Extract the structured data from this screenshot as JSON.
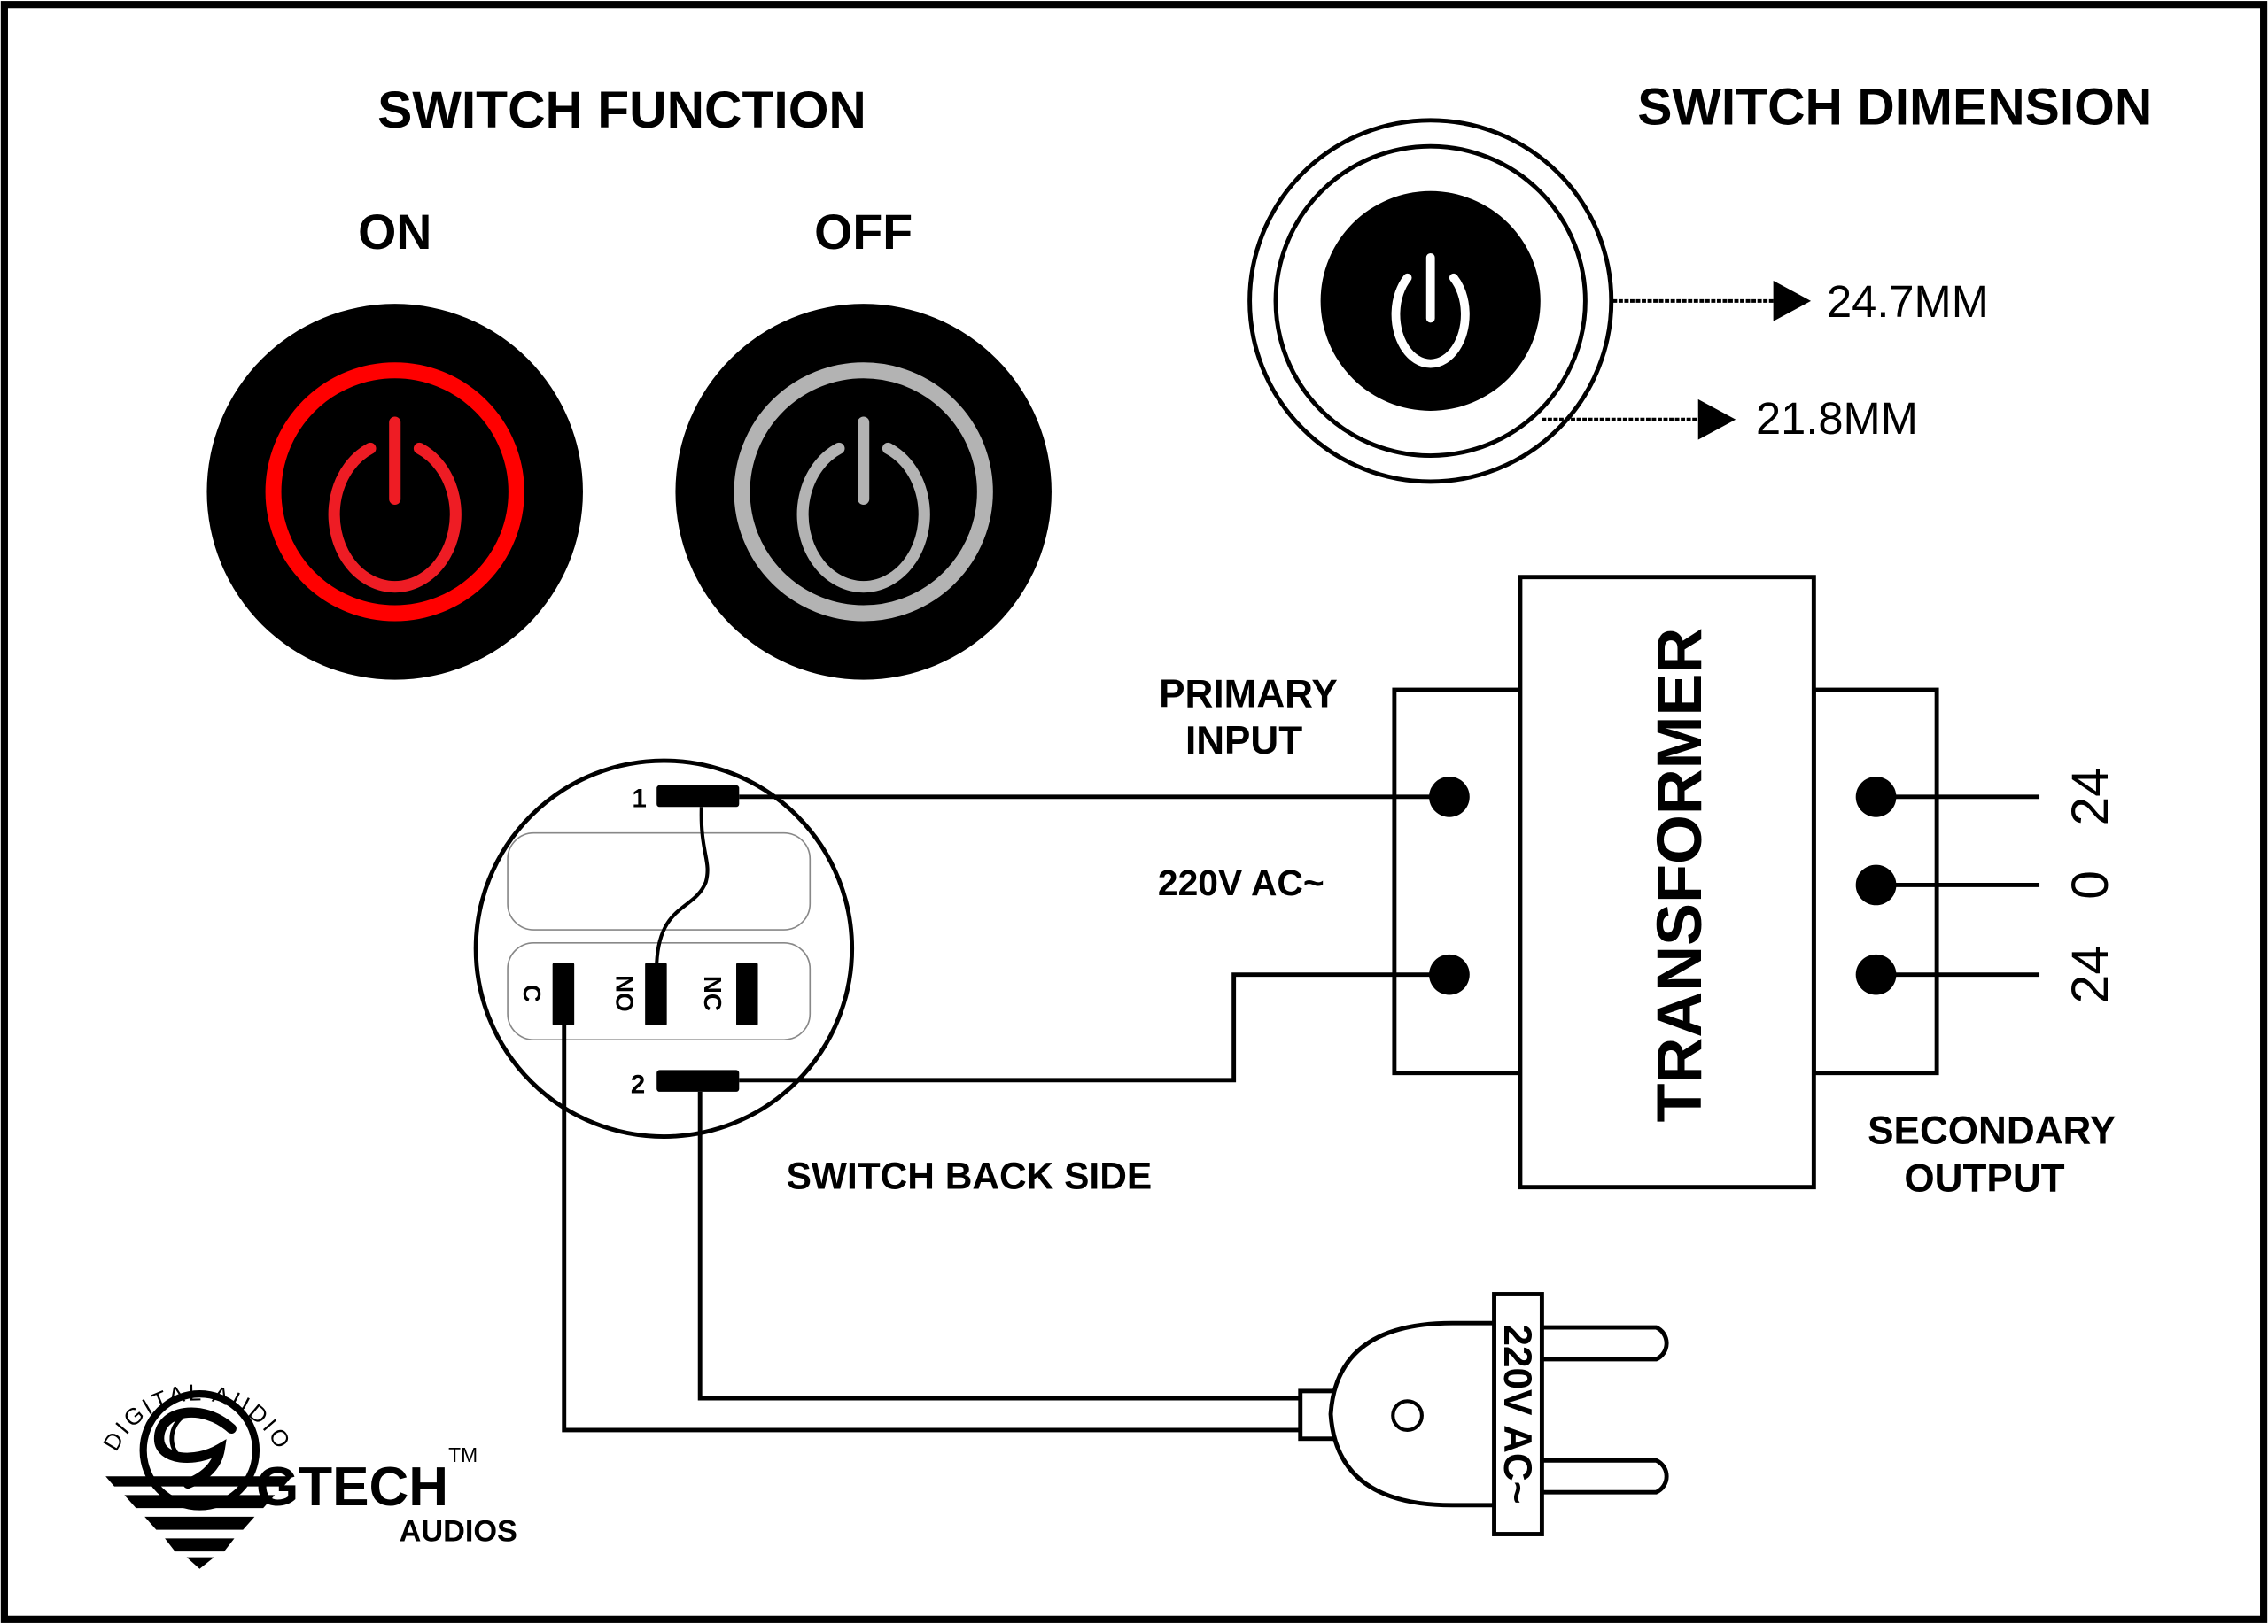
{
  "colors": {
    "background": "#ffffff",
    "ink": "#000000",
    "on_ring": "#ff0000",
    "off_ring": "#b3b3b3",
    "dimension_icon": "#ffffff"
  },
  "switch_function": {
    "title": "SWITCH FUNCTION",
    "on_label": "ON",
    "off_label": "OFF",
    "on_icon": "power-icon",
    "off_icon": "power-icon"
  },
  "switch_dimension": {
    "title": "SWITCH DIMENSION",
    "outer_diameter": "24.7MM",
    "inner_diameter": "21.8MM"
  },
  "switch_back": {
    "label": "SWITCH BACK SIDE",
    "pin_1": "1",
    "pin_2": "2",
    "contact_c": "C",
    "contact_no": "NO",
    "contact_nc": "NC"
  },
  "transformer": {
    "label": "TRANSFORMER",
    "primary_label_line1": "PRIMARY",
    "primary_label_line2": "INPUT",
    "primary_voltage": "220V AC~",
    "secondary_label_line1": "SECONDARY",
    "secondary_label_line2": "OUTPUT",
    "secondary_taps": [
      "24",
      "0",
      "24"
    ]
  },
  "plug": {
    "label": "220V AC~"
  },
  "logo": {
    "arc_text": "DIGITAL AUDIO",
    "brand": "GTECH",
    "trademark": "TM",
    "subtitle": "AUDIOS"
  }
}
